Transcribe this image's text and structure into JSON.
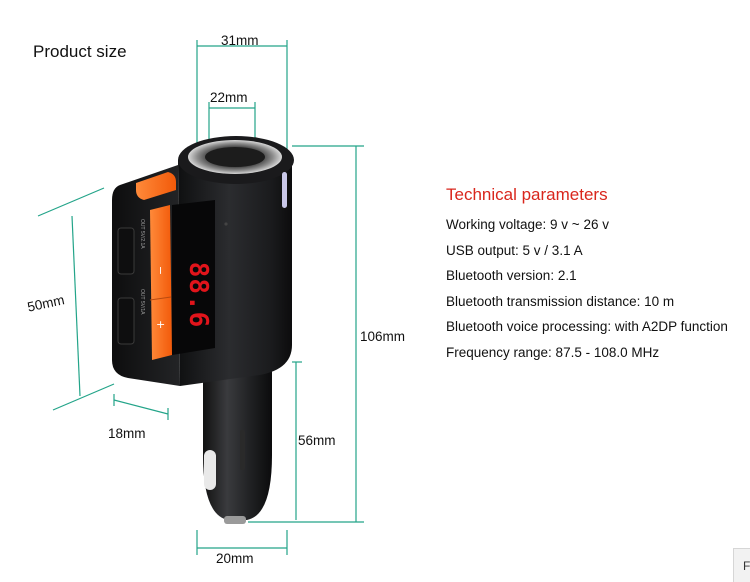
{
  "header": {
    "title": "Product size"
  },
  "dimensions": {
    "top_width": "31mm",
    "socket_diameter": "22mm",
    "side_height": "50mm",
    "side_depth": "18mm",
    "total_height": "106mm",
    "plug_length": "56mm",
    "plug_width": "20mm"
  },
  "device": {
    "display_value": "88.6",
    "port_top_label": "OUT 5V/2.1A",
    "port_bottom_label": "OUT 5V/1A",
    "button_minus": "−",
    "button_plus": "+",
    "accent_color": "#ff6a14",
    "display_color": "#e1141b",
    "body_color": "#1d1e20"
  },
  "technical": {
    "title": "Technical parameters",
    "params": [
      "Working voltage: 9 v ~ 26 v",
      "USB output: 5 v / 3.1 A",
      "Bluetooth version: 2.1",
      "Bluetooth transmission distance: 10 m",
      "Bluetooth voice processing: with A2DP function",
      "Frequency range: 87.5 - 108.0 MHz"
    ]
  },
  "corner": {
    "text": "F"
  }
}
